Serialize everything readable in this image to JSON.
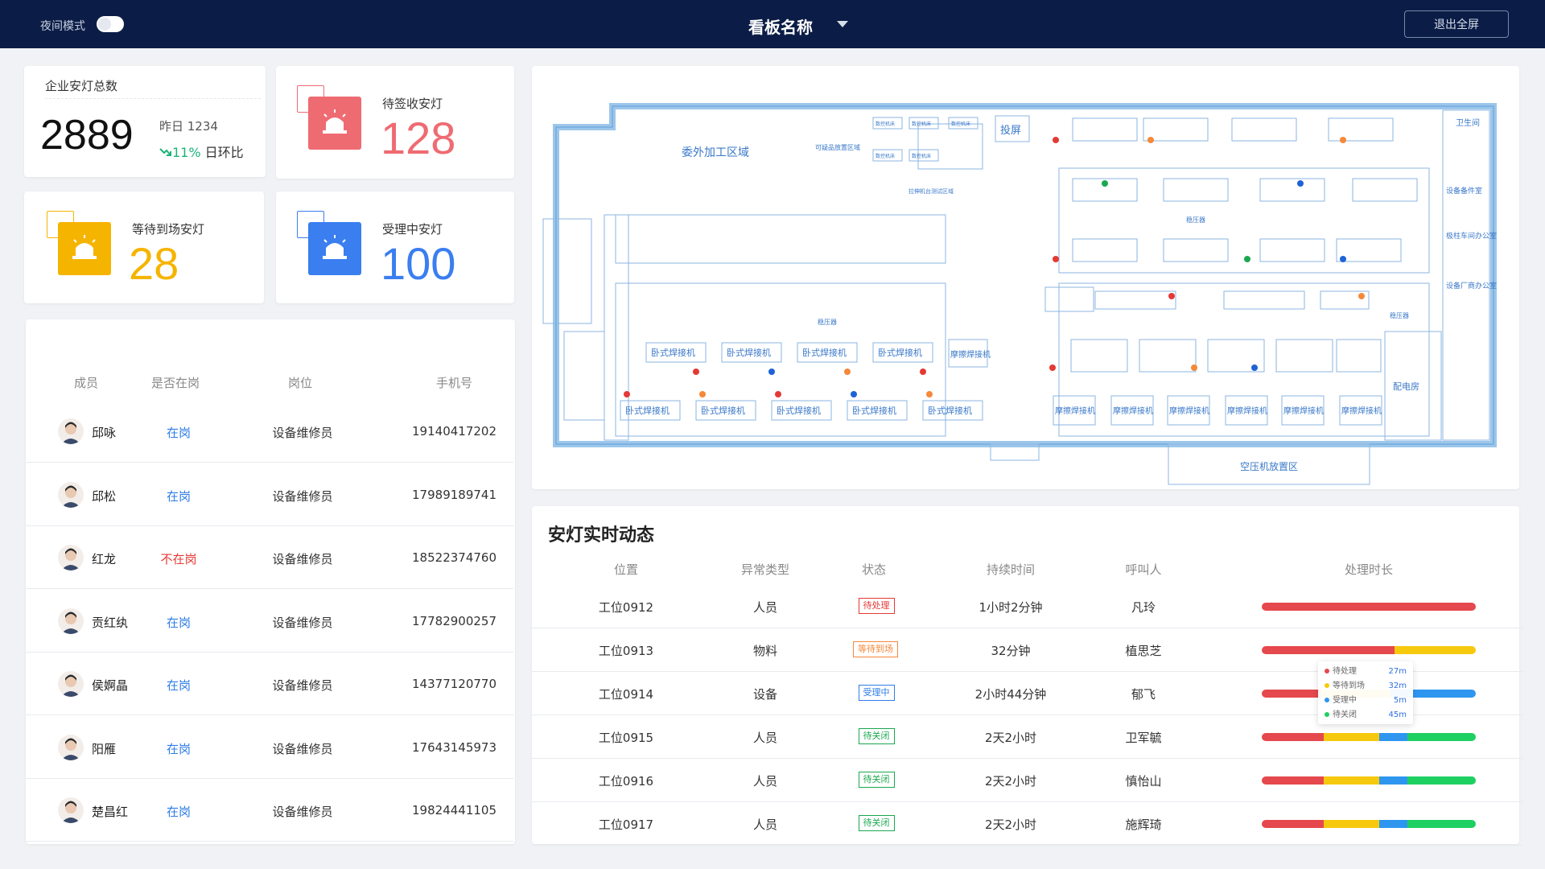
{
  "header": {
    "night_mode_label": "夜间模式",
    "night_mode_on": false,
    "board_title": "看板名称",
    "exit_fullscreen_label": "退出全屏"
  },
  "stats": {
    "total": {
      "title": "企业安灯总数",
      "value": "2889",
      "yesterday": "昨日  1234",
      "ratio_pct": "11%",
      "ratio_label": "日环比"
    },
    "pending_sign": {
      "title": "待签收安灯",
      "value": "128",
      "color": "#ef6b72"
    },
    "waiting_arrival": {
      "title": "等待到场安灯",
      "value": "28",
      "color": "#f5b400"
    },
    "processing": {
      "title": "受理中安灯",
      "value": "100",
      "color": "#3a7ef0"
    }
  },
  "members": {
    "headers": [
      "成员",
      "是否在岗",
      "岗位",
      "手机号"
    ],
    "rows": [
      {
        "name": "邱咏",
        "duty": "在岗",
        "position": "设备维修员",
        "phone": "19140417202"
      },
      {
        "name": "邱松",
        "duty": "在岗",
        "position": "设备维修员",
        "phone": "17989189741"
      },
      {
        "name": "红龙",
        "duty": "不在岗",
        "position": "设备维修员",
        "phone": "18522374760"
      },
      {
        "name": "贡红纨",
        "duty": "在岗",
        "position": "设备维修员",
        "phone": "17782900257"
      },
      {
        "name": "侯婀晶",
        "duty": "在岗",
        "position": "设备维修员",
        "phone": "14377120770"
      },
      {
        "name": "阳雁",
        "duty": "在岗",
        "position": "设备维修员",
        "phone": "17643145973"
      },
      {
        "name": "楚昌红",
        "duty": "在岗",
        "position": "设备维修员",
        "phone": "19824441105"
      }
    ]
  },
  "map": {
    "labels": {
      "outsource": "委外加工区域",
      "projection": "投屏",
      "toilet": "卫生间",
      "spare_room": "设备备件室",
      "pole_office": "极柱车间办公室",
      "vendor_office": "设备厂商办公室",
      "power_room": "配电房",
      "compressor": "空压机放置区",
      "regulator": "稳压器",
      "cnc": "数控机床",
      "release_area": "可疑品放置区域",
      "tensile": "拉伸机台测试区域",
      "horizontal_welder": "卧式焊接机",
      "friction_welder": "摩擦焊接机"
    }
  },
  "live": {
    "title": "安灯实时动态",
    "headers": [
      "位置",
      "异常类型",
      "状态",
      "持续时间",
      "呼叫人",
      "处理时长"
    ],
    "rows": [
      {
        "location": "工位0912",
        "type": "人员",
        "status": "待处理",
        "status_color": "#e53935",
        "duration": "1小时2分钟",
        "caller": "凡玲",
        "bar": [
          {
            "c": "#e5484d",
            "v": 100
          }
        ]
      },
      {
        "location": "工位0913",
        "type": "物料",
        "status": "等待到场",
        "status_color": "#f5883a",
        "duration": "32分钟",
        "caller": "植思芝",
        "bar": [
          {
            "c": "#e5484d",
            "v": 62
          },
          {
            "c": "#f6c90e",
            "v": 38
          }
        ]
      },
      {
        "location": "工位0914",
        "type": "设备",
        "status": "受理中",
        "status_color": "#2e7de6",
        "duration": "2小时44分钟",
        "caller": "郁飞",
        "bar": [
          {
            "c": "#e5484d",
            "v": 28
          },
          {
            "c": "#f6c90e",
            "v": 32
          },
          {
            "c": "#2f96f0",
            "v": 40
          }
        ]
      },
      {
        "location": "工位0915",
        "type": "人员",
        "status": "待关闭",
        "status_color": "#1aa84f",
        "duration": "2天2小时",
        "caller": "卫军毓",
        "bar": [
          {
            "c": "#e5484d",
            "v": 29
          },
          {
            "c": "#f6c90e",
            "v": 26
          },
          {
            "c": "#2f96f0",
            "v": 13
          },
          {
            "c": "#1ed062",
            "v": 32
          }
        ]
      },
      {
        "location": "工位0916",
        "type": "人员",
        "status": "待关闭",
        "status_color": "#1aa84f",
        "duration": "2天2小时",
        "caller": "慎怡山",
        "bar": [
          {
            "c": "#e5484d",
            "v": 29
          },
          {
            "c": "#f6c90e",
            "v": 26
          },
          {
            "c": "#2f96f0",
            "v": 13
          },
          {
            "c": "#1ed062",
            "v": 32
          }
        ]
      },
      {
        "location": "工位0917",
        "type": "人员",
        "status": "待关闭",
        "status_color": "#1aa84f",
        "duration": "2天2小时",
        "caller": "施辉琦",
        "bar": [
          {
            "c": "#e5484d",
            "v": 29
          },
          {
            "c": "#f6c90e",
            "v": 26
          },
          {
            "c": "#2f96f0",
            "v": 13
          },
          {
            "c": "#1ed062",
            "v": 32
          }
        ]
      }
    ],
    "tooltip": [
      {
        "label": "待处理",
        "value": "27m",
        "color": "#e5484d"
      },
      {
        "label": "等待到场",
        "value": "32m",
        "color": "#f6c90e"
      },
      {
        "label": "受理中",
        "value": "5m",
        "color": "#2f96f0"
      },
      {
        "label": "待关闭",
        "value": "45m",
        "color": "#1ed062"
      }
    ]
  }
}
